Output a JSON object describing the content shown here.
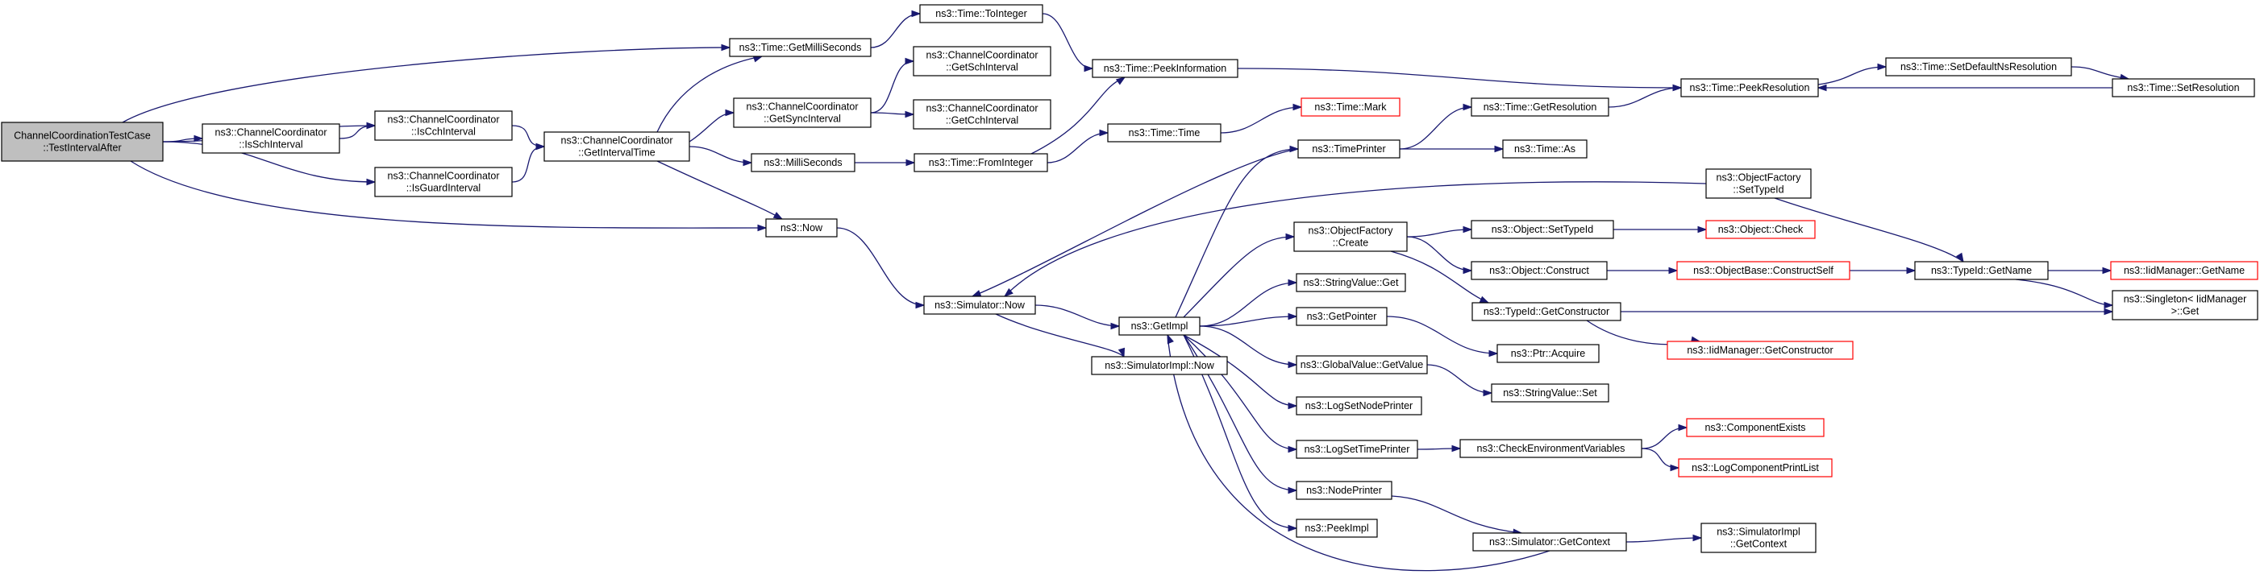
{
  "colors": {
    "edge": "#191970",
    "border_normal": "#000000",
    "border_truncated": "#ff0000",
    "fill_root": "#bfbfbf",
    "fill_normal": "#ffffff"
  },
  "nodes": [
    {
      "id": "root",
      "lines": [
        "ChannelCoordinationTestCase",
        "::TestIntervalAfter"
      ],
      "style": "root"
    },
    {
      "id": "isSch",
      "lines": [
        "ns3::ChannelCoordinator",
        "::IsSchInterval"
      ],
      "style": "normal"
    },
    {
      "id": "isCch",
      "lines": [
        "ns3::ChannelCoordinator",
        "::IsCchInterval"
      ],
      "style": "normal"
    },
    {
      "id": "isGuard",
      "lines": [
        "ns3::ChannelCoordinator",
        "::IsGuardInterval"
      ],
      "style": "normal"
    },
    {
      "id": "getIntervalTime",
      "lines": [
        "ns3::ChannelCoordinator",
        "::GetIntervalTime"
      ],
      "style": "normal"
    },
    {
      "id": "getMilli",
      "lines": [
        "ns3::Time::GetMilliSeconds"
      ],
      "style": "normal"
    },
    {
      "id": "toInteger",
      "lines": [
        "ns3::Time::ToInteger"
      ],
      "style": "normal"
    },
    {
      "id": "getSync",
      "lines": [
        "ns3::ChannelCoordinator",
        "::GetSyncInterval"
      ],
      "style": "normal"
    },
    {
      "id": "getSchI",
      "lines": [
        "ns3::ChannelCoordinator",
        "::GetSchInterval"
      ],
      "style": "normal"
    },
    {
      "id": "getCchI",
      "lines": [
        "ns3::ChannelCoordinator",
        "::GetCchInterval"
      ],
      "style": "normal"
    },
    {
      "id": "milliSeconds",
      "lines": [
        "ns3::MilliSeconds"
      ],
      "style": "normal"
    },
    {
      "id": "now",
      "lines": [
        "ns3::Now"
      ],
      "style": "normal"
    },
    {
      "id": "peekInfo",
      "lines": [
        "ns3::Time::PeekInformation"
      ],
      "style": "normal"
    },
    {
      "id": "fromInteger",
      "lines": [
        "ns3::Time::FromInteger"
      ],
      "style": "normal"
    },
    {
      "id": "timeTime",
      "lines": [
        "ns3::Time::Time"
      ],
      "style": "normal"
    },
    {
      "id": "timeMark",
      "lines": [
        "ns3::Time::Mark"
      ],
      "style": "truncated"
    },
    {
      "id": "simNow",
      "lines": [
        "ns3::Simulator::Now"
      ],
      "style": "normal"
    },
    {
      "id": "getImpl",
      "lines": [
        "ns3::GetImpl"
      ],
      "style": "normal"
    },
    {
      "id": "simImplNow",
      "lines": [
        "ns3::SimulatorImpl::Now"
      ],
      "style": "normal"
    },
    {
      "id": "timePrinter",
      "lines": [
        "ns3::TimePrinter"
      ],
      "style": "normal"
    },
    {
      "id": "ofCreate",
      "lines": [
        "ns3::ObjectFactory",
        "::Create"
      ],
      "style": "normal"
    },
    {
      "id": "svGet",
      "lines": [
        "ns3::StringValue::Get"
      ],
      "style": "normal"
    },
    {
      "id": "getPointer",
      "lines": [
        "ns3::GetPointer"
      ],
      "style": "normal"
    },
    {
      "id": "gvGetValue",
      "lines": [
        "ns3::GlobalValue::GetValue"
      ],
      "style": "normal"
    },
    {
      "id": "logSetNode",
      "lines": [
        "ns3::LogSetNodePrinter"
      ],
      "style": "normal"
    },
    {
      "id": "logSetTime",
      "lines": [
        "ns3::LogSetTimePrinter"
      ],
      "style": "normal"
    },
    {
      "id": "nodePrinter",
      "lines": [
        "ns3::NodePrinter"
      ],
      "style": "normal"
    },
    {
      "id": "peekImpl",
      "lines": [
        "ns3::PeekImpl"
      ],
      "style": "normal"
    },
    {
      "id": "getRes",
      "lines": [
        "ns3::Time::GetResolution"
      ],
      "style": "normal"
    },
    {
      "id": "timeAs",
      "lines": [
        "ns3::Time::As"
      ],
      "style": "normal"
    },
    {
      "id": "peekRes",
      "lines": [
        "ns3::Time::PeekResolution"
      ],
      "style": "normal"
    },
    {
      "id": "setDefRes",
      "lines": [
        "ns3::Time::SetDefaultNsResolution"
      ],
      "style": "normal"
    },
    {
      "id": "setRes",
      "lines": [
        "ns3::Time::SetResolution"
      ],
      "style": "normal"
    },
    {
      "id": "ofSetTypeId",
      "lines": [
        "ns3::ObjectFactory",
        "::SetTypeId"
      ],
      "style": "normal"
    },
    {
      "id": "objSetTypeId",
      "lines": [
        "ns3::Object::SetTypeId"
      ],
      "style": "normal"
    },
    {
      "id": "objCheck",
      "lines": [
        "ns3::Object::Check"
      ],
      "style": "truncated"
    },
    {
      "id": "objConstruct",
      "lines": [
        "ns3::Object::Construct"
      ],
      "style": "normal"
    },
    {
      "id": "obConstructSelf",
      "lines": [
        "ns3::ObjectBase::ConstructSelf"
      ],
      "style": "truncated"
    },
    {
      "id": "tidGetName",
      "lines": [
        "ns3::TypeId::GetName"
      ],
      "style": "normal"
    },
    {
      "id": "iidGetName",
      "lines": [
        "ns3::IidManager::GetName"
      ],
      "style": "truncated"
    },
    {
      "id": "tidGetCtor",
      "lines": [
        "ns3::TypeId::GetConstructor"
      ],
      "style": "normal"
    },
    {
      "id": "singletonGet",
      "lines": [
        "ns3::Singleton< IidManager",
        " >::Get"
      ],
      "style": "normal"
    },
    {
      "id": "iidGetCtor",
      "lines": [
        "ns3::IidManager::GetConstructor"
      ],
      "style": "truncated"
    },
    {
      "id": "ptrAcquire",
      "lines": [
        "ns3::Ptr::Acquire"
      ],
      "style": "normal"
    },
    {
      "id": "svSet",
      "lines": [
        "ns3::StringValue::Set"
      ],
      "style": "normal"
    },
    {
      "id": "checkEnv",
      "lines": [
        "ns3::CheckEnvironmentVariables"
      ],
      "style": "normal"
    },
    {
      "id": "compExists",
      "lines": [
        "ns3::ComponentExists"
      ],
      "style": "truncated"
    },
    {
      "id": "logCompPrint",
      "lines": [
        "ns3::LogComponentPrintList"
      ],
      "style": "truncated"
    },
    {
      "id": "simGetContext",
      "lines": [
        "ns3::Simulator::GetContext"
      ],
      "style": "normal"
    },
    {
      "id": "simImplGetContext",
      "lines": [
        "ns3::SimulatorImpl",
        "::GetContext"
      ],
      "style": "normal"
    }
  ],
  "edges": [
    {
      "from": "root",
      "to": "getMilli"
    },
    {
      "from": "root",
      "to": "isSch"
    },
    {
      "from": "root",
      "to": "isCch"
    },
    {
      "from": "root",
      "to": "isGuard"
    },
    {
      "from": "root",
      "to": "now"
    },
    {
      "from": "isSch",
      "to": "isCch"
    },
    {
      "from": "isCch",
      "to": "getIntervalTime"
    },
    {
      "from": "isGuard",
      "to": "getIntervalTime"
    },
    {
      "from": "getIntervalTime",
      "to": "getMilli"
    },
    {
      "from": "getIntervalTime",
      "to": "getSync"
    },
    {
      "from": "getIntervalTime",
      "to": "milliSeconds"
    },
    {
      "from": "getIntervalTime",
      "to": "now"
    },
    {
      "from": "getMilli",
      "to": "toInteger"
    },
    {
      "from": "toInteger",
      "to": "peekInfo"
    },
    {
      "from": "getSync",
      "to": "getSchI"
    },
    {
      "from": "getSync",
      "to": "getCchI"
    },
    {
      "from": "milliSeconds",
      "to": "fromInteger"
    },
    {
      "from": "fromInteger",
      "to": "peekInfo"
    },
    {
      "from": "fromInteger",
      "to": "timeTime"
    },
    {
      "from": "timeTime",
      "to": "timeMark"
    },
    {
      "from": "peekInfo",
      "to": "peekRes"
    },
    {
      "from": "now",
      "to": "simNow"
    },
    {
      "from": "simNow",
      "to": "getImpl"
    },
    {
      "from": "simNow",
      "to": "simImplNow"
    },
    {
      "from": "getImpl",
      "to": "timePrinter"
    },
    {
      "from": "getImpl",
      "to": "ofCreate"
    },
    {
      "from": "getImpl",
      "to": "svGet"
    },
    {
      "from": "getImpl",
      "to": "getPointer"
    },
    {
      "from": "getImpl",
      "to": "gvGetValue"
    },
    {
      "from": "getImpl",
      "to": "logSetNode"
    },
    {
      "from": "getImpl",
      "to": "logSetTime"
    },
    {
      "from": "getImpl",
      "to": "nodePrinter"
    },
    {
      "from": "getImpl",
      "to": "peekImpl"
    },
    {
      "from": "timePrinter",
      "to": "getRes"
    },
    {
      "from": "timePrinter",
      "to": "timeAs"
    },
    {
      "from": "timePrinter",
      "to": "simNow"
    },
    {
      "from": "getRes",
      "to": "peekRes"
    },
    {
      "from": "peekRes",
      "to": "setDefRes"
    },
    {
      "from": "setDefRes",
      "to": "setRes"
    },
    {
      "from": "setRes",
      "to": "peekRes"
    },
    {
      "from": "ofSetTypeId",
      "to": "simNow"
    },
    {
      "from": "ofSetTypeId",
      "to": "tidGetName"
    },
    {
      "from": "ofCreate",
      "to": "objSetTypeId"
    },
    {
      "from": "ofCreate",
      "to": "objConstruct"
    },
    {
      "from": "ofCreate",
      "to": "tidGetCtor"
    },
    {
      "from": "objSetTypeId",
      "to": "objCheck"
    },
    {
      "from": "objConstruct",
      "to": "obConstructSelf"
    },
    {
      "from": "obConstructSelf",
      "to": "tidGetName"
    },
    {
      "from": "tidGetName",
      "to": "iidGetName"
    },
    {
      "from": "tidGetName",
      "to": "singletonGet"
    },
    {
      "from": "tidGetCtor",
      "to": "singletonGet"
    },
    {
      "from": "tidGetCtor",
      "to": "iidGetCtor"
    },
    {
      "from": "getPointer",
      "to": "ptrAcquire"
    },
    {
      "from": "gvGetValue",
      "to": "svSet"
    },
    {
      "from": "logSetTime",
      "to": "checkEnv"
    },
    {
      "from": "checkEnv",
      "to": "compExists"
    },
    {
      "from": "checkEnv",
      "to": "logCompPrint"
    },
    {
      "from": "nodePrinter",
      "to": "simGetContext"
    },
    {
      "from": "simGetContext",
      "to": "getImpl"
    },
    {
      "from": "simGetContext",
      "to": "simImplGetContext"
    }
  ]
}
